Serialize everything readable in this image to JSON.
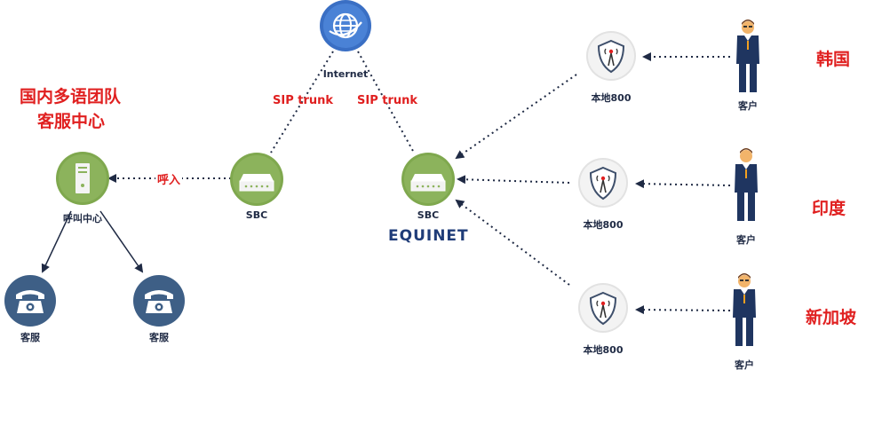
{
  "team_title_line1": "国内多语团队",
  "team_title_line2": "客服中心",
  "nodes": {
    "internet": "Internet",
    "sbc_left": "SBC",
    "sbc_right": "SBC",
    "call_center": "呼叫中心",
    "agent_1": "客服",
    "agent_2": "客服",
    "local800_1": "本地800",
    "local800_2": "本地800",
    "local800_3": "本地800",
    "customer_1": "客户",
    "customer_2": "客户",
    "customer_3": "客户"
  },
  "links": {
    "sip_trunk_left": "SIP trunk",
    "sip_trunk_right": "SIP trunk",
    "inbound": "呼入"
  },
  "countries": {
    "korea": "韩国",
    "india": "印度",
    "singapore": "新加坡"
  },
  "logo_text": "EQUINET",
  "colors": {
    "accent_red": "#e02020",
    "globe_blue": "#3a6fc4",
    "sbc_green": "#8cb35c",
    "phone_navy": "#3e5f86",
    "shield_gray": "#eeeeee",
    "person_navy": "#1f3560"
  }
}
